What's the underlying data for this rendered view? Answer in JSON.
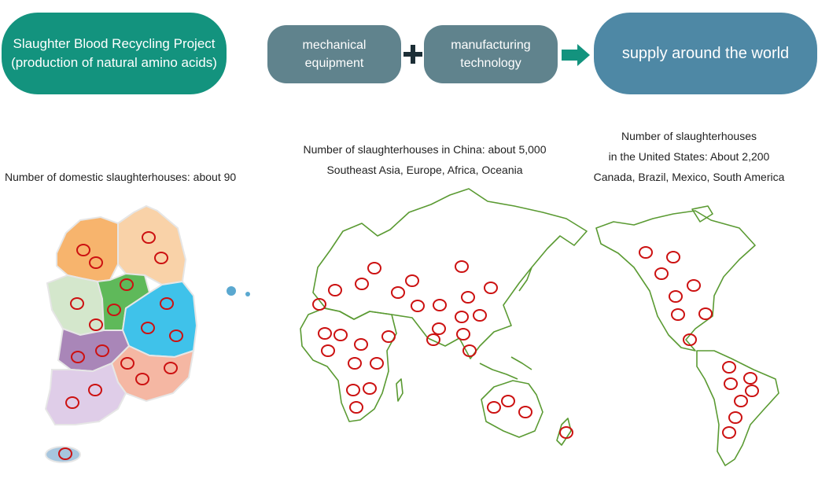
{
  "header": {
    "project_line1": "Slaughter Blood Recycling Project",
    "project_line2": "(production of natural amino acids)",
    "mech_line1": "mechanical",
    "mech_line2": "equipment",
    "manu_line1": "manufacturing",
    "manu_line2": "technology",
    "world": "supply around the world"
  },
  "labels": {
    "domestic": "Number of domestic slaughterhouses: about 90",
    "china_line1": "Number of slaughterhouses in China: about 5,000",
    "china_line2": "Southeast Asia, Europe, Africa, Oceania",
    "us_line1": "Number of slaughterhouses",
    "us_line2": "in the United States: About 2,200",
    "us_line3": "Canada, Brazil, Mexico, South America"
  },
  "colors": {
    "teal": "#13937e",
    "slate": "#60838d",
    "blue": "#4e88a5",
    "map_outline": "#5a9a32",
    "marker": "#cc1111"
  },
  "icons": [
    "plus-icon",
    "arrow-right-icon"
  ]
}
